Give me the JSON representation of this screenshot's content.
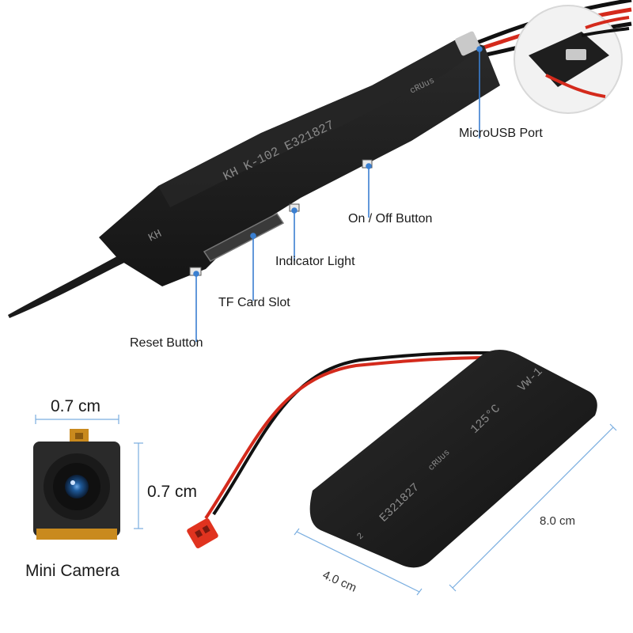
{
  "board": {
    "print_model": "KH K-102",
    "print_cert": "E321827",
    "print_ul": "cRUus",
    "print_side": "KH"
  },
  "callouts": {
    "microusb": "MicroUSB Port",
    "onoff": "On / Off Button",
    "indicator": "Indicator Light",
    "tfcard": "TF Card Slot",
    "reset": "Reset Button"
  },
  "camera": {
    "width": "0.7 cm",
    "height": "0.7 cm",
    "label": "Mini Camera"
  },
  "battery": {
    "print_cert": "E321827",
    "print_ul": "cRUus",
    "print_temp": "125°C",
    "print_vw": "VW-1",
    "print_2": "2",
    "length": "8.0 cm",
    "width": "4.0 cm"
  },
  "colors": {
    "board_body": "#1f1f1f",
    "wire_red": "#d42a1c",
    "wire_black": "#111111",
    "connector": "#e0331f",
    "leader_line": "#3a7fd0",
    "camera_lens": "#1e5a9a",
    "camera_flex": "#c98a1e"
  }
}
